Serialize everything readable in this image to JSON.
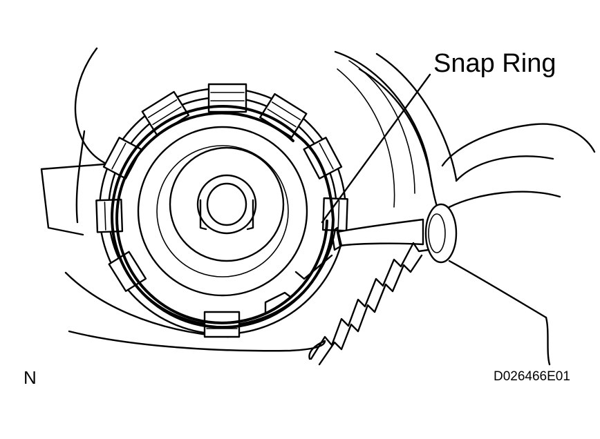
{
  "labels": {
    "callout": "Snap Ring",
    "corner": "N",
    "figure_code": "D026466E01"
  },
  "colors": {
    "ink": "#000000",
    "background": "#ffffff"
  }
}
